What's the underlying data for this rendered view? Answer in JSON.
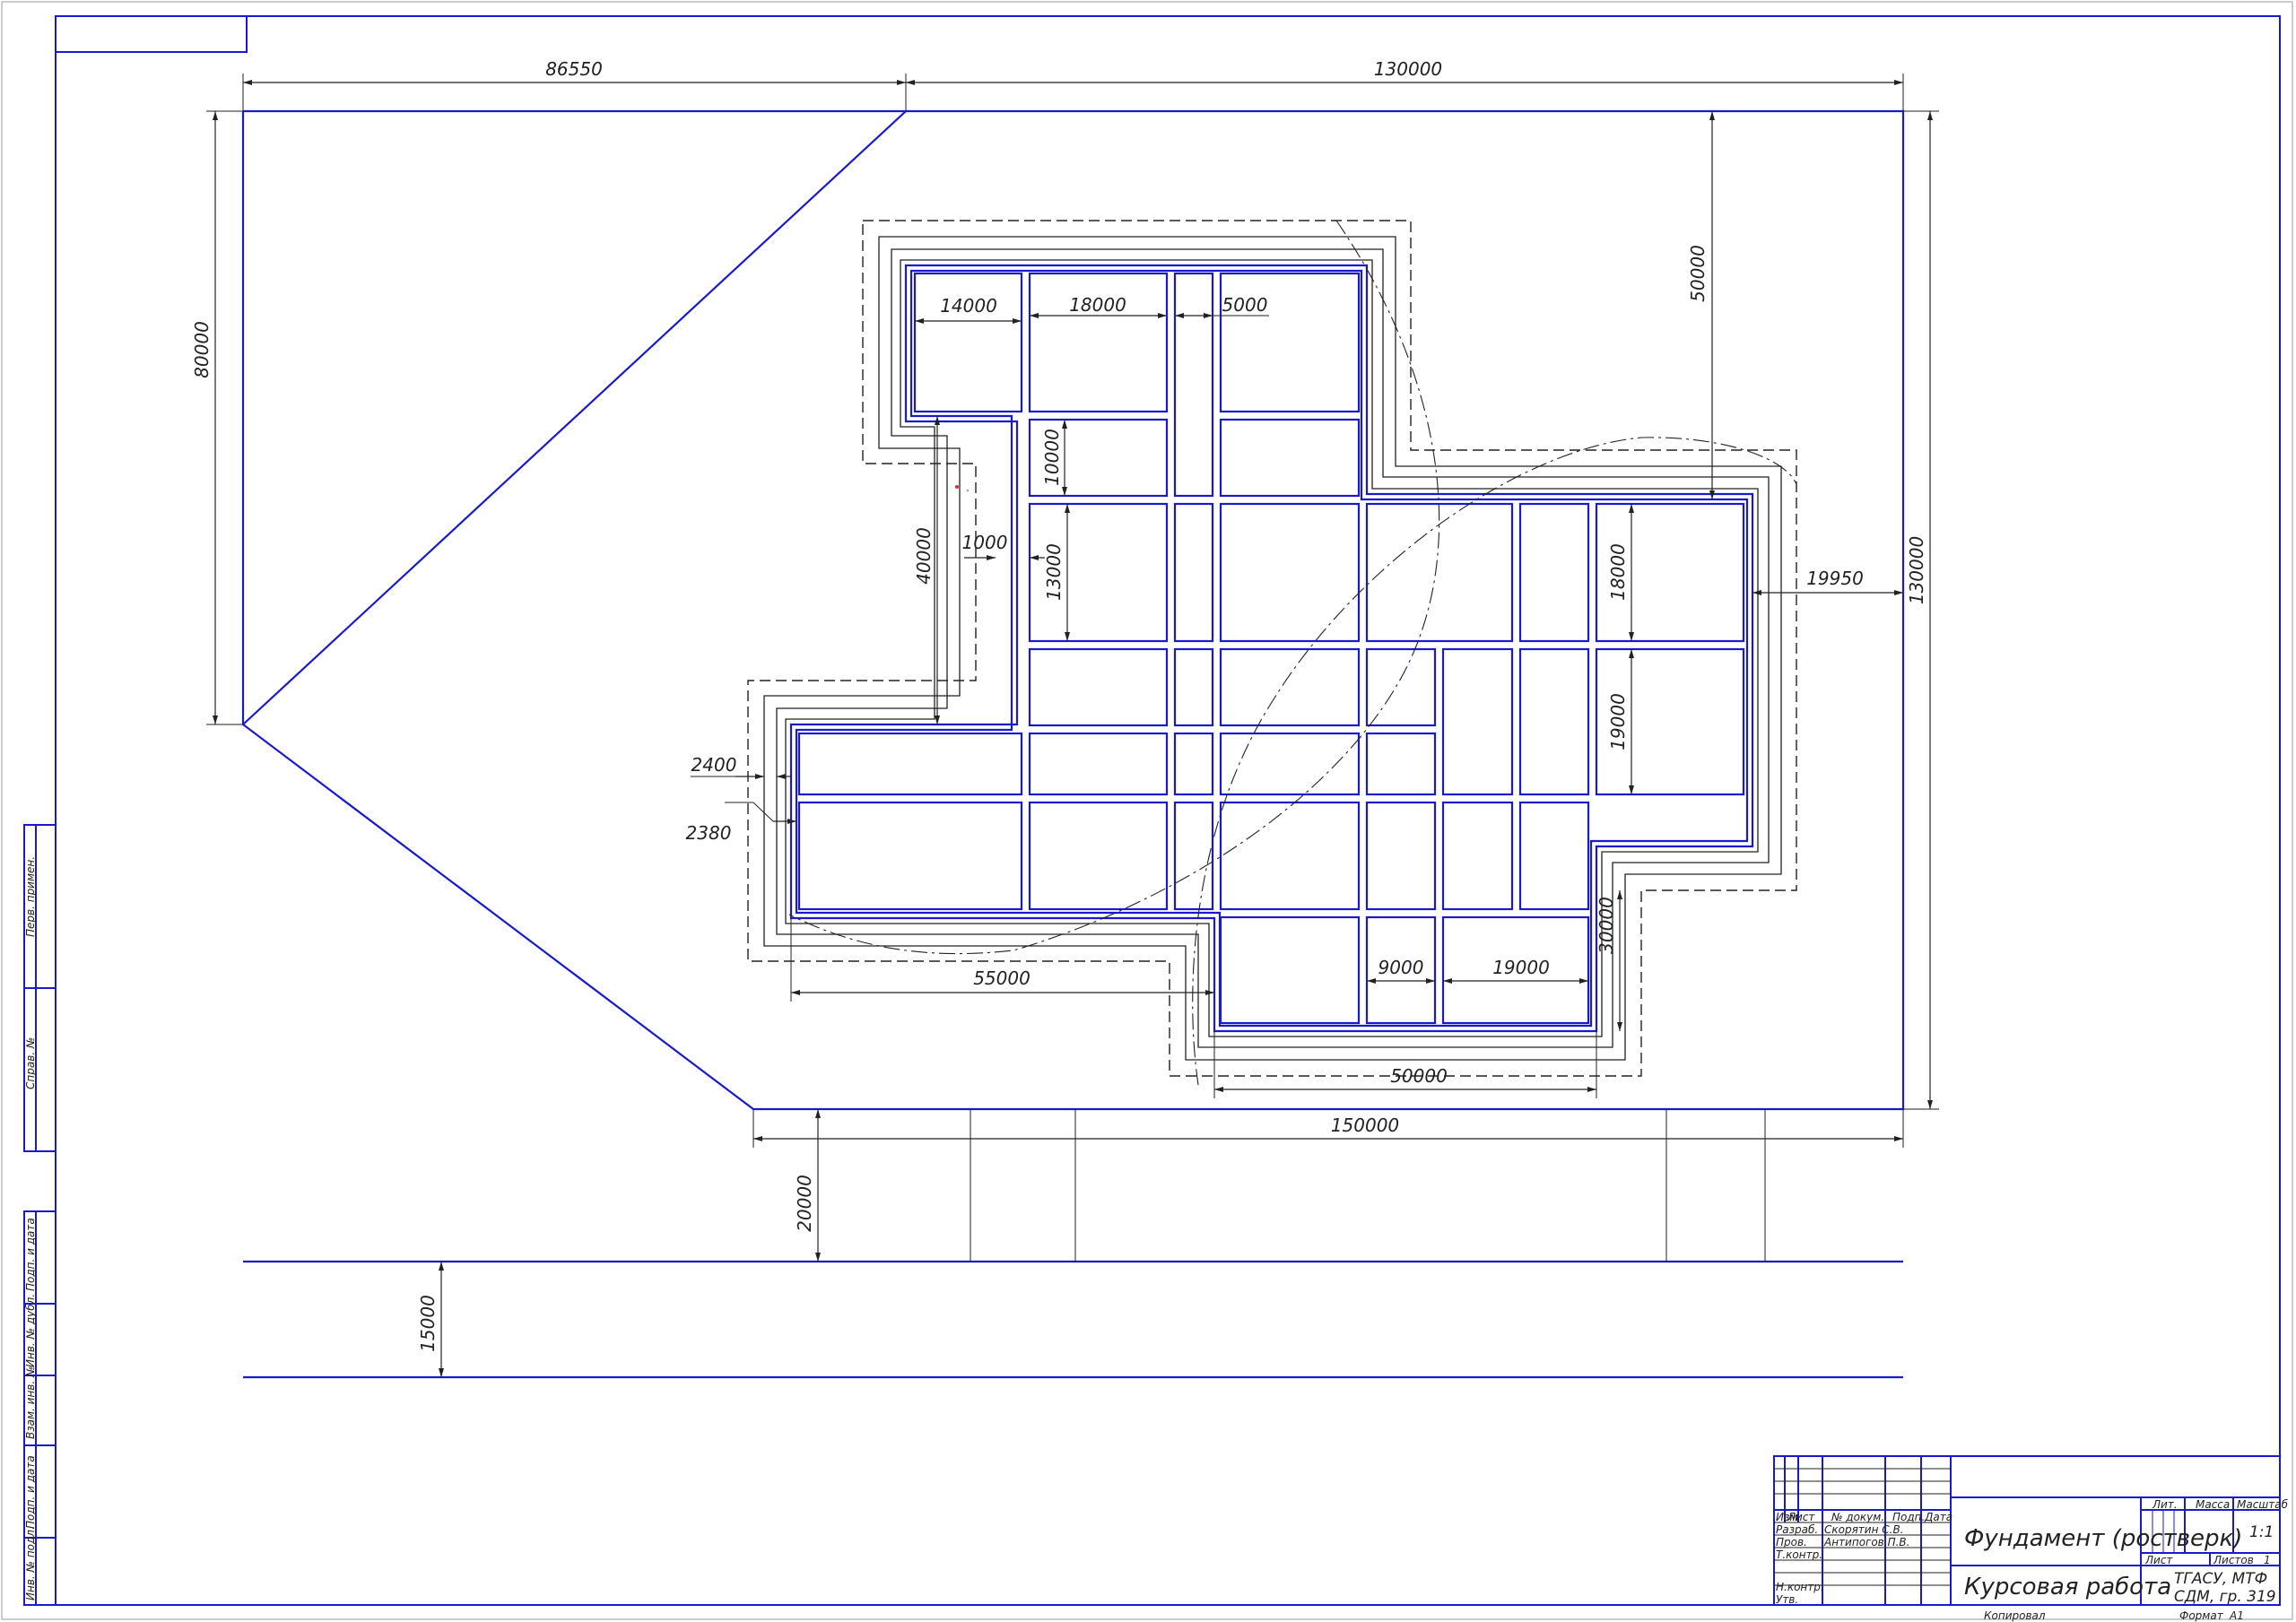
{
  "dimensions": {
    "d_top_left": "86550",
    "d_top_right": "130000",
    "d_left_height": "80000",
    "d_right_height": "130000",
    "d_top_gap": "50000",
    "d_cell_14000": "14000",
    "d_cell_18000": "18000",
    "d_cell_5000": "5000",
    "d_cell_10000": "10000",
    "d_cell_40000": "40000",
    "d_cell_1000": "1000",
    "d_cell_13000": "13000",
    "d_cell_18000_v": "18000",
    "d_cell_19000_v": "19000",
    "d_right_gap": "19950",
    "d_2400": "2400",
    "d_2380": "2380",
    "d_55000": "55000",
    "d_9000": "9000",
    "d_19000": "19000",
    "d_30000": "30000",
    "d_50000": "50000",
    "d_bottom": "150000",
    "d_20000": "20000",
    "d_15000": "15000"
  },
  "side_stamp": {
    "perv_primen": "Перв. примен.",
    "sprav_no": "Справ. №",
    "podp_data_1": "Подп. и дата",
    "inv_dubl": "Инв. № дубл.",
    "vzam_inv": "Взам. инв. №",
    "podp_data_2": "Подп. и дата",
    "inv_podl": "Инв. № подл."
  },
  "title_block": {
    "hdr_izm": "Изм",
    "hdr_list": "Лист",
    "hdr_doc": "№ докум.",
    "hdr_podp": "Подп.",
    "hdr_data": "Дата",
    "razrab_label": "Разраб.",
    "razrab_name": "Скорятин С.В.",
    "prov_label": "Пров.",
    "prov_name": "Антипогов П.В.",
    "tkontr_label": "Т.контр.",
    "nkontr_label": "Н.контр.",
    "utv_label": "Утв.",
    "doc_title": "Фундамент (ростверк)",
    "work_type": "Курсовая работа",
    "lit_label": "Лит.",
    "massa_label": "Масса",
    "masshtab_label": "Масштаб",
    "scale_value": "1:1",
    "sheet_label": "Лист",
    "sheets_label": "Листов",
    "sheets_value": "1",
    "org_line1": "ТГАСУ, МТФ",
    "org_line2": "СДМ, гр. 319",
    "kopiroval": "Копировал",
    "format_label": "Формат",
    "format_value": "А1"
  }
}
